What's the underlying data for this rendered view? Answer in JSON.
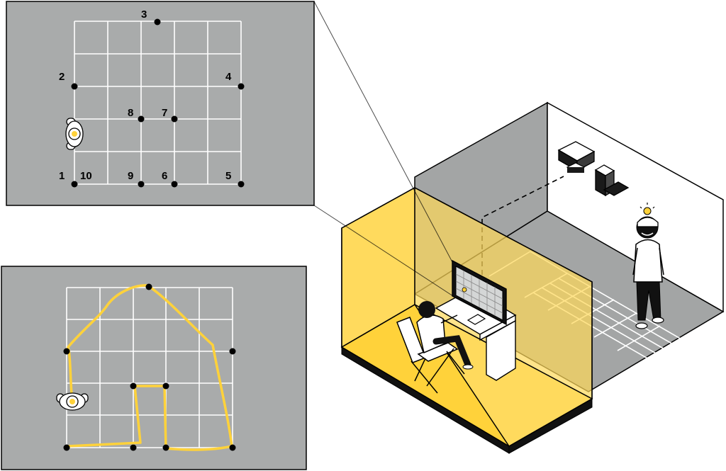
{
  "colors": {
    "panel_gray": "#a9abab",
    "grid_line": "#ffffff",
    "accent_yellow": "#ffd23a",
    "outline": "#000000",
    "wall_gray": "#a3a5a5"
  },
  "top_panel": {
    "waypoint_labels": [
      "1",
      "10",
      "2",
      "3",
      "4",
      "5",
      "6",
      "7",
      "8",
      "9"
    ]
  },
  "icons": {
    "participant_top_view": "person-top-view-icon",
    "idea_bulb": "lightbulb-icon",
    "projector": "projector-icon",
    "monitor": "monitor-icon",
    "chair": "folding-chair-icon"
  }
}
